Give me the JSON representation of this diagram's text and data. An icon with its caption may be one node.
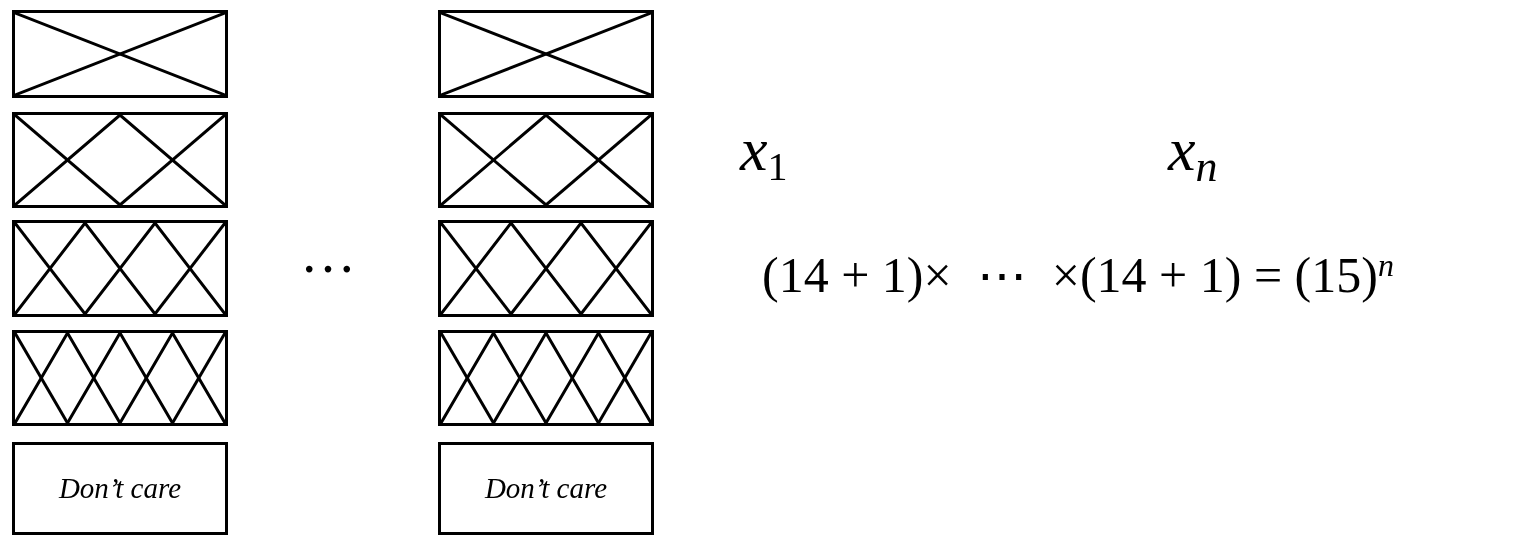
{
  "diagram": {
    "nodes": [
      {
        "text": [],
        "shape": "box"
      },
      {
        "text": [],
        "shape": "box"
      },
      {
        "text": [],
        "shape": "box"
      },
      {
        "text": [],
        "shape": "box"
      },
      {
        "text": [
          "Don’t care"
        ]
      },
      {
        "text": [],
        "shape": "box"
      },
      {
        "text": [],
        "shape": "box"
      },
      {
        "text": [],
        "shape": "box"
      },
      {
        "text": [],
        "shape": "box"
      },
      {
        "text": [
          "Don’t care"
        ]
      }
    ],
    "labels": [
      "…",
      "x$_{1}$",
      "x$_{n}$",
      "(14 + 1)×  ⋯  ×(14 + 1) = (15)$^{n}$"
    ]
  }
}
